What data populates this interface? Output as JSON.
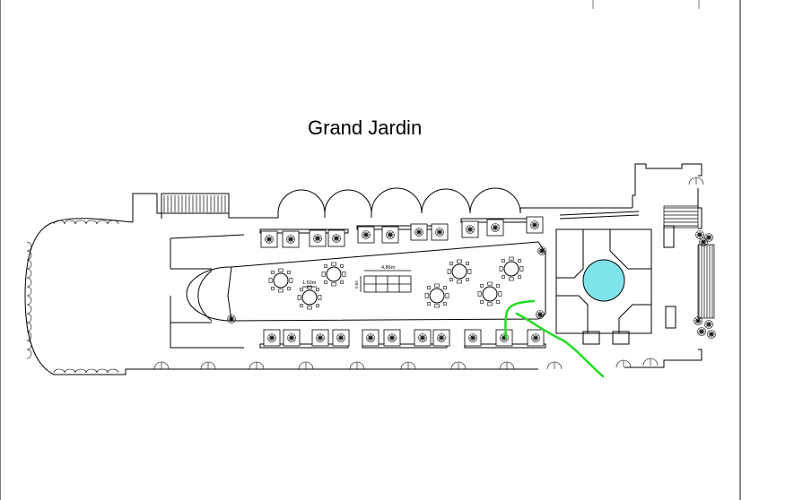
{
  "title": "Grand Jardin",
  "dimensions": {
    "table_length": "4,86m",
    "round_table_diameter": "1.50m",
    "side_width": "0.69"
  },
  "colors": {
    "background": "#ffffff",
    "line": "#000000",
    "pool": "#7fe3ec",
    "annotation": "#22dd22",
    "page_edge": "#8a8a8a"
  }
}
